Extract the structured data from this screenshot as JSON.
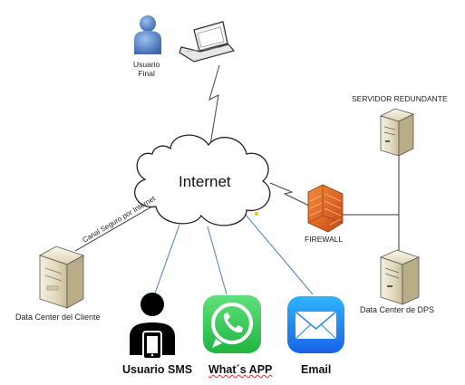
{
  "nodes": {
    "end_user": "Usuario\nFinal",
    "internet": "Internet",
    "redundant_server": "SERVIDOR REDUNDANTE",
    "firewall": "FIREWALL",
    "client_datacenter": "Data Center del Cliente",
    "dps_datacenter": "Data Center de DPS",
    "sms_user": "Usuario SMS",
    "whatsapp": "What´s APP",
    "email": "Email"
  },
  "edges": {
    "secure_channel": "Canal Seguro por Internet"
  },
  "colors": {
    "line_blue": "#4a7dbe",
    "line_dark": "#333333",
    "whatsapp_green": "#2fc050",
    "email_blue": "#1e82ef",
    "firewall_orange": "#e0601e",
    "person_blue": "#4a78c4"
  },
  "icons": [
    "person-icon",
    "laptop-icon",
    "cloud-icon",
    "server-icon",
    "firewall-icon",
    "phone-person-icon",
    "whatsapp-icon",
    "email-icon"
  ]
}
